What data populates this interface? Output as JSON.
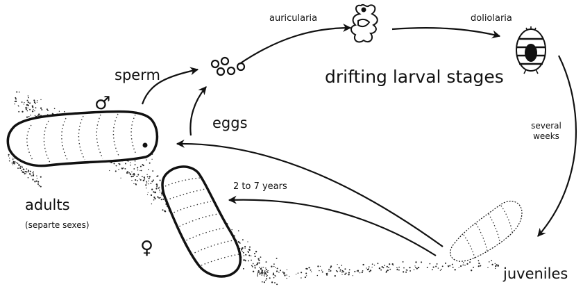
{
  "stages": {
    "auricularia": "auricularia",
    "doliolaria": "doliolaria",
    "drifting": "drifting larval stages",
    "sperm": "sperm",
    "eggs": "eggs",
    "several_weeks_line1": "several",
    "several_weeks_line2": "weeks",
    "years": "2 to 7 years",
    "adults": "adults",
    "adults_sub": "(separte sexes)",
    "juveniles": "juveniles"
  },
  "symbols": {
    "male": "♂",
    "female": "♀"
  },
  "signature": "MK",
  "colors": {
    "ink": "#111111",
    "background": "#ffffff"
  }
}
